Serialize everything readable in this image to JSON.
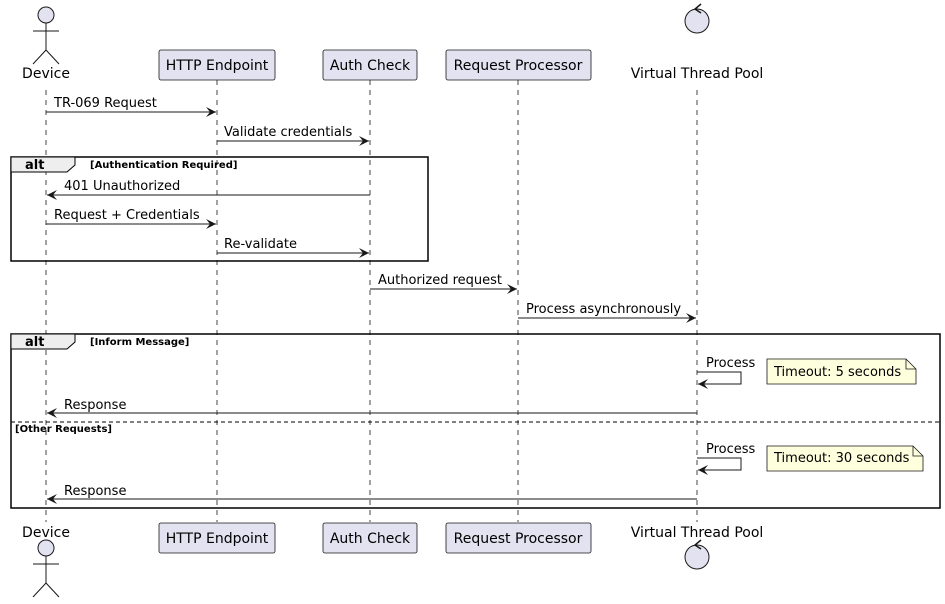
{
  "participants": [
    {
      "id": "device",
      "label": "Device",
      "kind": "actor"
    },
    {
      "id": "http",
      "label": "HTTP Endpoint",
      "kind": "box"
    },
    {
      "id": "auth",
      "label": "Auth Check",
      "kind": "box"
    },
    {
      "id": "processor",
      "label": "Request Processor",
      "kind": "box"
    },
    {
      "id": "pool",
      "label": "Virtual Thread Pool",
      "kind": "control"
    }
  ],
  "messages": [
    {
      "from": "device",
      "to": "http",
      "label": "TR-069 Request"
    },
    {
      "from": "http",
      "to": "auth",
      "label": "Validate credentials"
    },
    {
      "from": "auth",
      "to": "device",
      "label": "401 Unauthorized"
    },
    {
      "from": "device",
      "to": "http",
      "label": "Request + Credentials"
    },
    {
      "from": "http",
      "to": "auth",
      "label": "Re-validate"
    },
    {
      "from": "auth",
      "to": "processor",
      "label": "Authorized request"
    },
    {
      "from": "processor",
      "to": "pool",
      "label": "Process asynchronously"
    },
    {
      "from": "pool",
      "to": "pool",
      "label": "Process"
    },
    {
      "from": "pool",
      "to": "device",
      "label": "Response"
    },
    {
      "from": "pool",
      "to": "pool",
      "label": "Process"
    },
    {
      "from": "pool",
      "to": "device",
      "label": "Response"
    }
  ],
  "fragments": [
    {
      "keyword": "alt",
      "guards": [
        "[Authentication Required]"
      ]
    },
    {
      "keyword": "alt",
      "guards": [
        "[Inform Message]",
        "[Other Requests]"
      ]
    }
  ],
  "notes": [
    {
      "text": "Timeout: 5 seconds"
    },
    {
      "text": "Timeout: 30 seconds"
    }
  ],
  "colors": {
    "participant_fill": "#E2E2F0",
    "participant_border": "#181818",
    "note_fill": "#FEFFDD",
    "lifeline": "#181818",
    "arrow": "#181818",
    "fragment_header": "#EEEEEE"
  }
}
